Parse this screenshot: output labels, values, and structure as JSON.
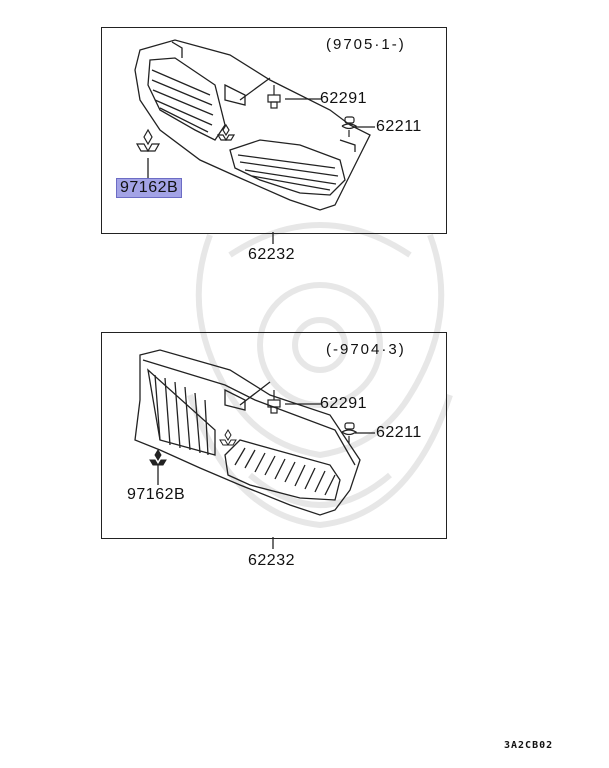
{
  "diagram": {
    "sheet_code": "3A2CB02",
    "panels": [
      {
        "id": "panel-upper",
        "date_range": "(9705·1-)",
        "assembly_part": "62232",
        "parts": [
          {
            "number": "62291",
            "name_icon": "bolt-icon"
          },
          {
            "number": "62211",
            "name_icon": "clip-icon"
          },
          {
            "number": "97162B",
            "name_icon": "emblem-icon",
            "highlighted": true
          }
        ]
      },
      {
        "id": "panel-lower",
        "date_range": "(-9704·3)",
        "assembly_part": "62232",
        "parts": [
          {
            "number": "62291",
            "name_icon": "bolt-icon"
          },
          {
            "number": "62211",
            "name_icon": "clip-icon"
          },
          {
            "number": "97162B",
            "name_icon": "emblem-icon",
            "highlighted": false
          }
        ]
      }
    ],
    "colors": {
      "highlight_fill": "#a3a3e6",
      "highlight_border": "#6c6cc4",
      "line": "#222222"
    }
  }
}
